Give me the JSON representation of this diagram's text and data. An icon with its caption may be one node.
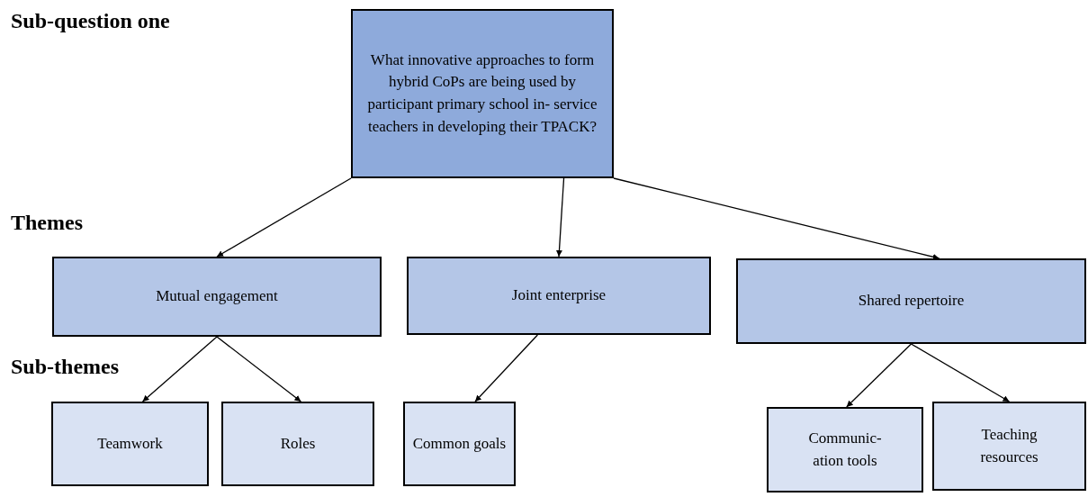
{
  "diagram": {
    "nodes": [
      {
        "text": [
          "What innovative approaches to form hybrid CoPs are being used by participant primary school in- service teachers in developing their TPACK?"
        ]
      },
      {
        "text": [
          "Mutual engagement"
        ]
      },
      {
        "text": [
          "Joint enterprise"
        ]
      },
      {
        "text": [
          "Shared repertoire"
        ]
      },
      {
        "text": [
          "Teamwork"
        ]
      },
      {
        "text": [
          "Roles"
        ]
      },
      {
        "text": [
          "Common goals"
        ]
      },
      {
        "text": [
          "Communic- ation tools"
        ]
      },
      {
        "text": [
          "Teaching resources"
        ]
      }
    ],
    "edges": [
      {
        "from": 0,
        "to": 1,
        "arrow": "to"
      },
      {
        "from": 0,
        "to": 2,
        "arrow": "to"
      },
      {
        "from": 0,
        "to": 3,
        "arrow": "to"
      },
      {
        "from": 1,
        "to": 4,
        "arrow": "to"
      },
      {
        "from": 1,
        "to": 5,
        "arrow": "to"
      },
      {
        "from": 2,
        "to": 6,
        "arrow": "to"
      },
      {
        "from": 3,
        "to": 7,
        "arrow": "to"
      },
      {
        "from": 3,
        "to": 8,
        "arrow": "to"
      }
    ],
    "labels": [
      "Sub-question one",
      "Themes",
      "Sub-themes"
    ]
  }
}
